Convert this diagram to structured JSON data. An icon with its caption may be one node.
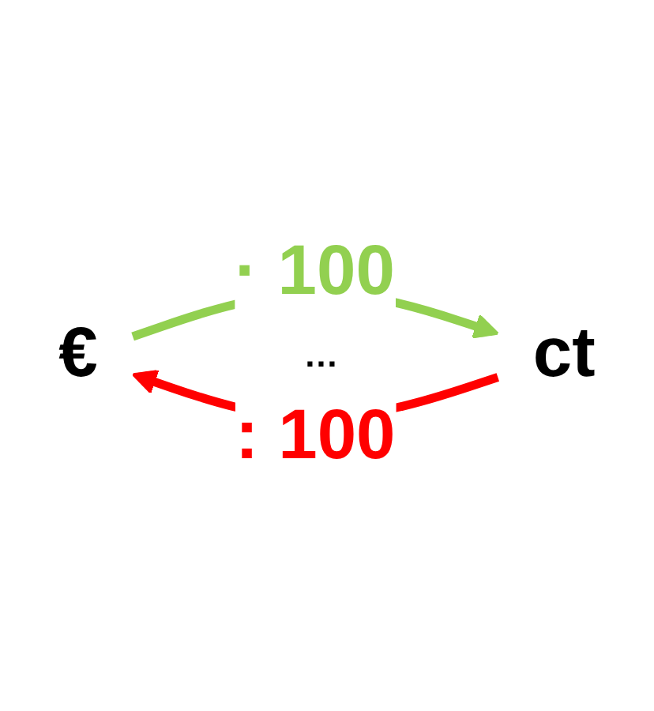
{
  "diagram": {
    "nodes": [
      {
        "text": [
          "€"
        ]
      },
      {
        "text": [
          "ct"
        ]
      }
    ],
    "edges": [
      {
        "from": 0,
        "to": 1,
        "arrow": "to",
        "label": "· 100",
        "color": "#92d050"
      },
      {
        "from": 1,
        "to": 0,
        "arrow": "to",
        "label": ": 100",
        "color": "#ff0000"
      }
    ],
    "labels": [
      "…"
    ]
  }
}
